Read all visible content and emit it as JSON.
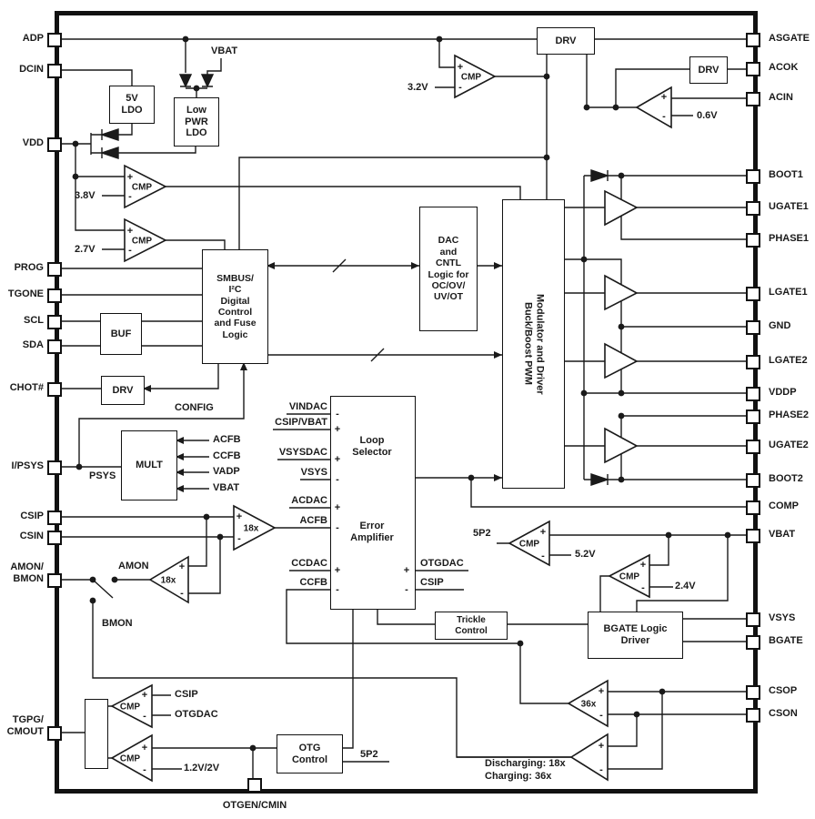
{
  "pins": {
    "left": {
      "adp": "ADP",
      "dcin": "DCIN",
      "vdd": "VDD",
      "prog": "PROG",
      "batgone": "TGONE",
      "scl": "SCL",
      "sda": "SDA",
      "prochot": "CHOT#",
      "psys": "I/PSYS",
      "csip": "CSIP",
      "csin": "CSIN",
      "amonbmon": "AMON/\nBMON",
      "otgpg": "TGPG/\nCMOUT"
    },
    "right": {
      "asgate": "ASGATE",
      "acok": "ACOK",
      "acin": "ACIN",
      "boot1": "BOOT1",
      "ugate1": "UGATE1",
      "phase1": "PHASE1",
      "lgate1": "LGATE1",
      "gnd": "GND",
      "lgate2": "LGATE2",
      "vddp": "VDDP",
      "phase2": "PHASE2",
      "ugate2": "UGATE2",
      "boot2": "BOOT2",
      "comp": "COMP",
      "vbat": "VBAT",
      "vsys": "VSYS",
      "bgate": "BGATE",
      "csop": "CSOP",
      "cson": "CSON"
    },
    "bottom": {
      "otgen": "OTGEN/CMIN"
    }
  },
  "blocks": {
    "ldo5": "5V\nLDO",
    "ldolp": "Low\nPWR\nLDO",
    "drv": "DRV",
    "buf": "BUF",
    "smbus": "SMBUS/\nI²C\nDigital\nControl\nand Fuse\nLogic",
    "dac": "DAC\nand\nCNTL\nLogic for\nOC/OV/\nUV/OT",
    "pwm": "Buck/Boost PWM\nModulator and Driver",
    "mult": "MULT",
    "loop": "Loop\nSelector",
    "erramp": "Error\nAmplifier",
    "trickle": "Trickle\nControl",
    "bgatedrv": "BGATE Logic\nDriver",
    "otg": "OTG\nControl"
  },
  "amps": {
    "cmp": "CMP",
    "gain18": "18x",
    "gain36": "36x",
    "plus": "+",
    "minus": "-"
  },
  "refs": {
    "v38": "3.8V",
    "v27": "2.7V",
    "v32": "3.2V",
    "v06": "0.6V",
    "v52": "5.2V",
    "v24": "2.4V",
    "v12": "1.2V/2V",
    "p52": "5P2"
  },
  "signals": {
    "vbat": "VBAT",
    "config": "CONFIG",
    "psys": "PSYS",
    "acfb": "ACFB",
    "ccfb": "CCFB",
    "vadp": "VADP",
    "vindac": "VINDAC",
    "csipvbat": "CSIP/VBAT",
    "vsysdac": "VSYSDAC",
    "vsys": "VSYS",
    "acdac": "ACDAC",
    "ccdac": "CCDAC",
    "otgdac": "OTGDAC",
    "csip": "CSIP",
    "amon": "AMON",
    "bmon": "BMON",
    "discharging": "Discharging: 18x",
    "charging": "Charging: 36x"
  }
}
